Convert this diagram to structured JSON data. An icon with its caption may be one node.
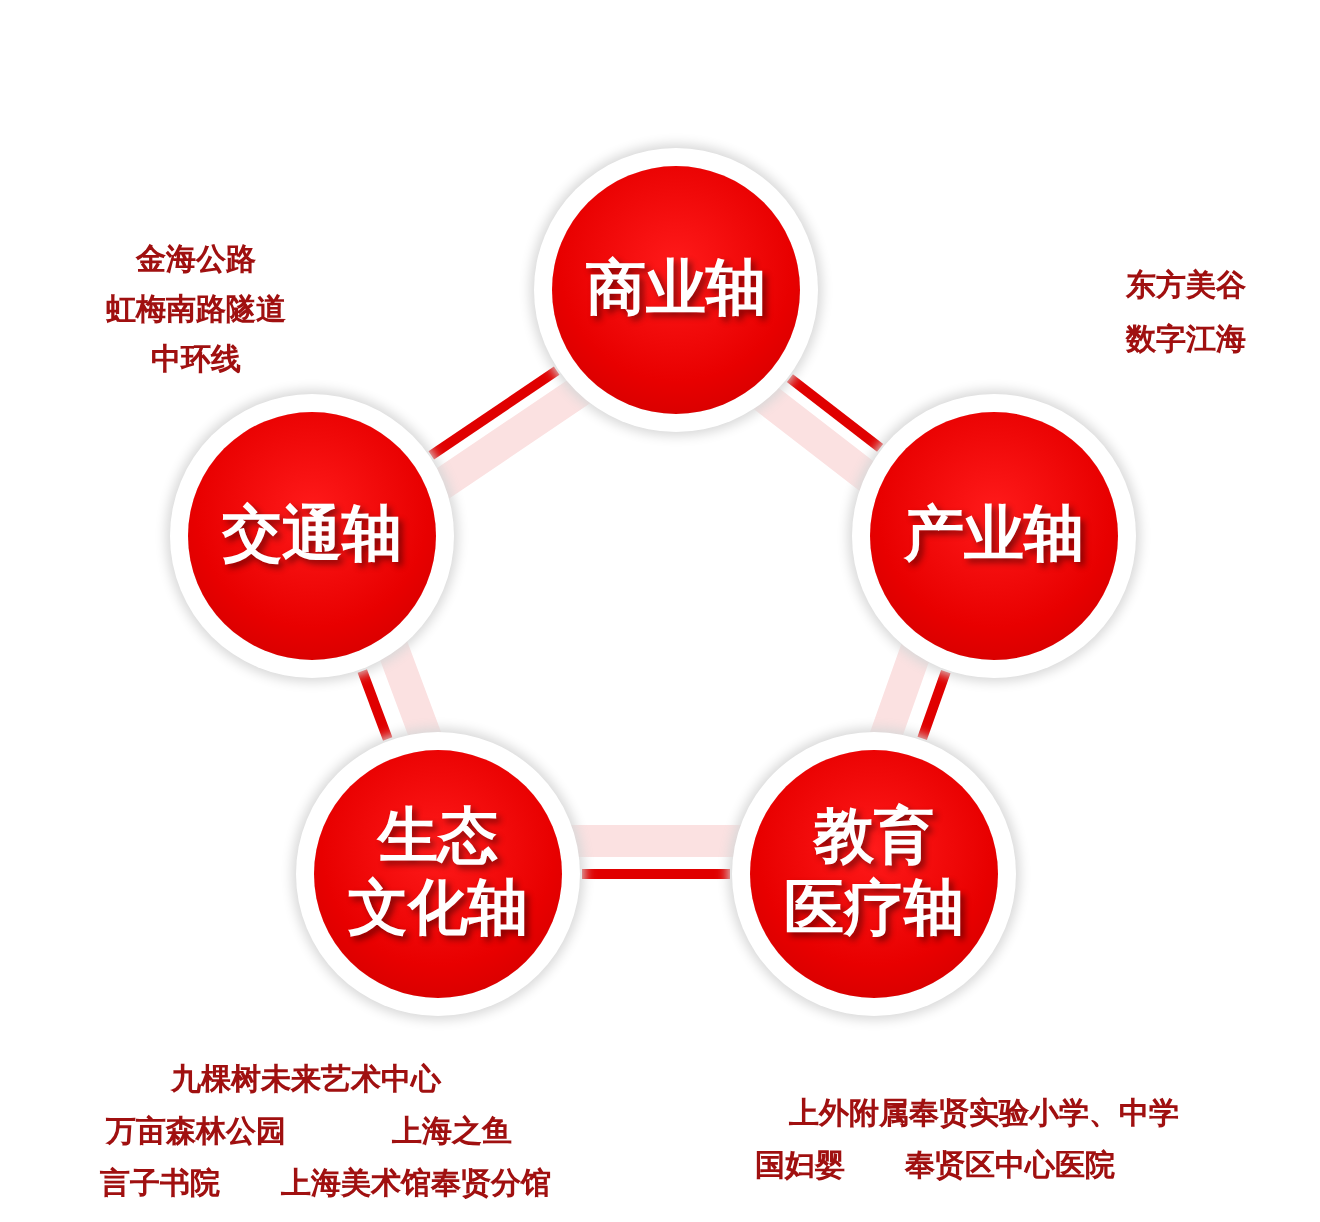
{
  "diagram": {
    "nodes": [
      {
        "text": [
          "商业轴"
        ]
      },
      {
        "text": [
          "交通轴"
        ],
        "beside": [
          "金海公路",
          "虹梅南路隧道",
          "中环线"
        ]
      },
      {
        "text": [
          "产业轴"
        ],
        "beside": [
          "东方美谷",
          "数字江海"
        ]
      },
      {
        "text": [
          "生态文化轴"
        ],
        "beside": [
          "九棵树未来艺术中心",
          "万亩森林公园",
          "上海之鱼",
          "言子书院",
          "上海美术馆奉贤分馆"
        ]
      },
      {
        "text": [
          "教育医疗轴"
        ],
        "beside": [
          "上外附属奉贤实验小学、中学",
          "国妇婴",
          "奉贤区中心医院"
        ]
      }
    ],
    "edges": [
      {
        "from": 0,
        "to": 2,
        "arrow": "none"
      },
      {
        "from": 2,
        "to": 4,
        "arrow": "none"
      },
      {
        "from": 4,
        "to": 3,
        "arrow": "none"
      },
      {
        "from": 3,
        "to": 1,
        "arrow": "none"
      },
      {
        "from": 1,
        "to": 0,
        "arrow": "none"
      }
    ]
  }
}
